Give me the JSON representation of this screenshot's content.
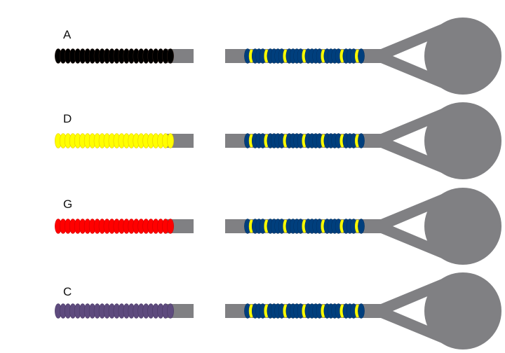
{
  "colors": {
    "gray": "#808083",
    "navy": "#003f7d",
    "yellow": "#ffff00"
  },
  "rows": [
    {
      "label": "A",
      "left_bead_color": "#000000",
      "left_bead_edge": "#2a1a12"
    },
    {
      "label": "D",
      "left_bead_color": "#ffff00",
      "left_bead_edge": "#e6c800"
    },
    {
      "label": "G",
      "left_bead_color": "#ff0000",
      "left_bead_edge": "#d00000"
    },
    {
      "label": "C",
      "left_bead_color": "#5e4b7e",
      "left_bead_edge": "#4a3a66"
    }
  ],
  "right_bead_pattern": [
    "n",
    "y",
    "n",
    "n",
    "n",
    "y",
    "n",
    "n",
    "n",
    "n",
    "y",
    "n",
    "n",
    "n",
    "n",
    "y",
    "n",
    "n",
    "n",
    "n",
    "y",
    "n",
    "n",
    "n",
    "n",
    "y",
    "n",
    "n",
    "n",
    "y",
    "n"
  ]
}
